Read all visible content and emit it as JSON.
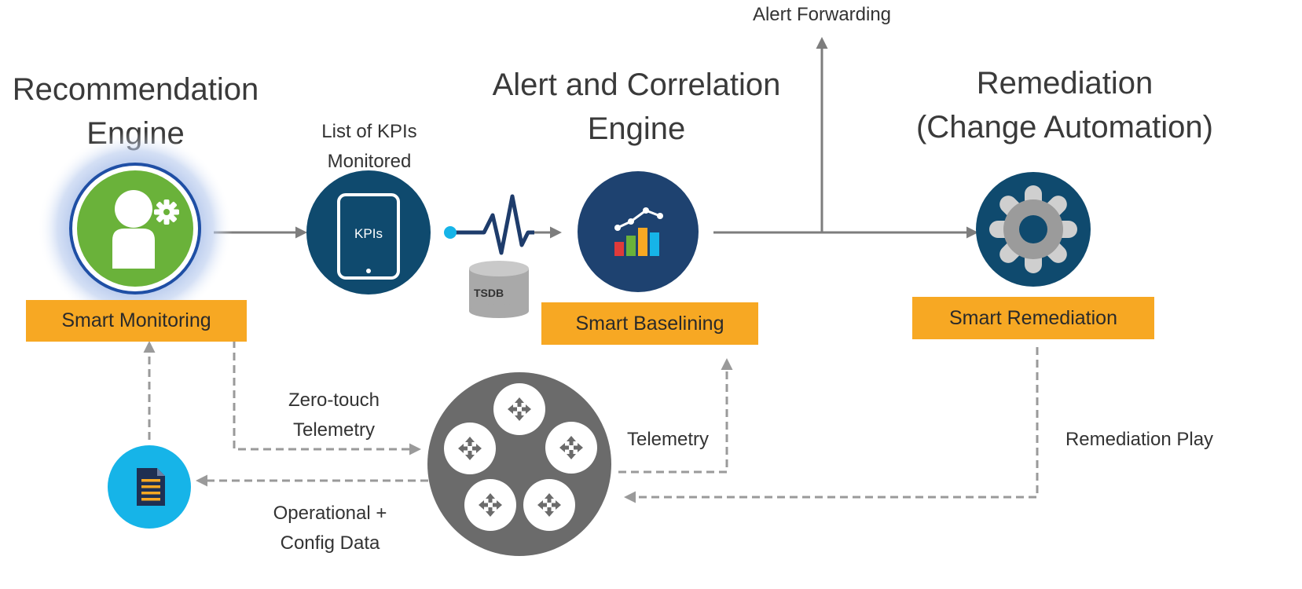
{
  "titles": {
    "recommendation_engine": [
      "Recommendation",
      "Engine"
    ],
    "alert_correlation_engine": [
      "Alert and Correlation",
      "Engine"
    ],
    "remediation": [
      "Remediation",
      "(Change Automation)"
    ]
  },
  "labels": {
    "list_of_kpis": [
      "List of KPIs",
      "Monitored"
    ],
    "alert_forwarding": "Alert Forwarding",
    "zero_touch": [
      "Zero-touch",
      "Telemetry"
    ],
    "telemetry": "Telemetry",
    "remediation_play": "Remediation Play",
    "operational_config": [
      "Operational +",
      "Config Data"
    ]
  },
  "boxes": {
    "smart_monitoring": "Smart Monitoring",
    "smart_baselining": "Smart Baselining",
    "smart_remediation": "Smart Remediation"
  },
  "icons": {
    "kpi_tablet_text": "KPIs",
    "tsdb_text": "TSDB",
    "names": [
      "user-gear-icon",
      "kpi-tablet-icon",
      "heartbeat-icon",
      "database-icon",
      "chart-icon",
      "gear-icon",
      "document-icon",
      "router-cluster-icon"
    ]
  },
  "colors": {
    "orange": "#f7a823",
    "navy": "#0f4a6e",
    "dark_blue": "#1e4270",
    "green": "#6ab23a",
    "cyan": "#16b4e8",
    "gray_arrow": "#7d7d7d",
    "router_gray": "#6b6b6b"
  }
}
